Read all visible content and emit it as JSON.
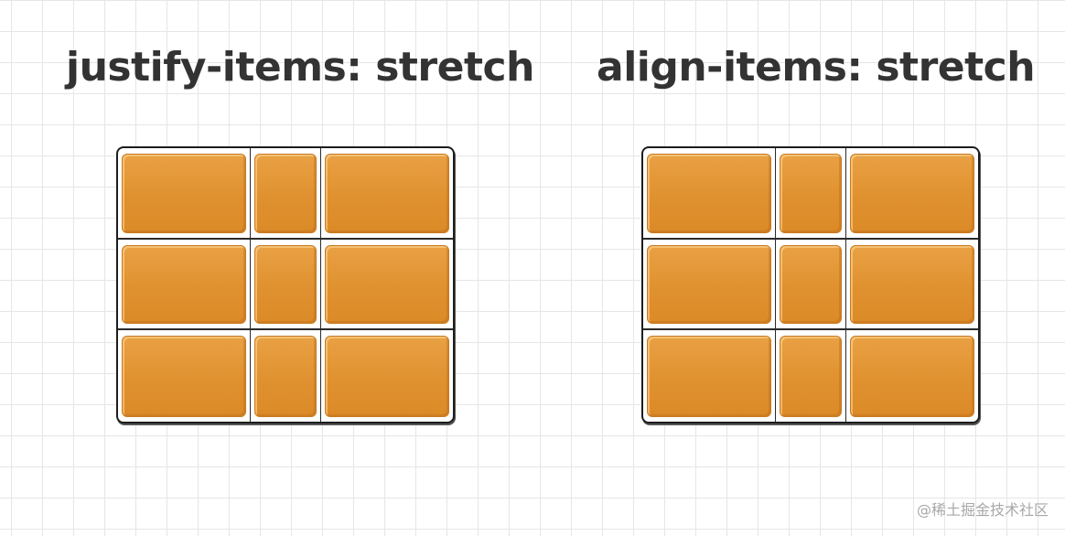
{
  "panels": [
    {
      "title": "justify-items: stretch"
    },
    {
      "title": "align-items: stretch"
    }
  ],
  "grid": {
    "rows": 3,
    "columns": 3
  },
  "colors": {
    "item_fill": "#e0912f",
    "item_border": "#c97a1f",
    "frame_border": "#1d1d1d",
    "title_text": "#333333",
    "background_grid": "#e6e6e6"
  },
  "watermark": "@稀土掘金技术社区"
}
